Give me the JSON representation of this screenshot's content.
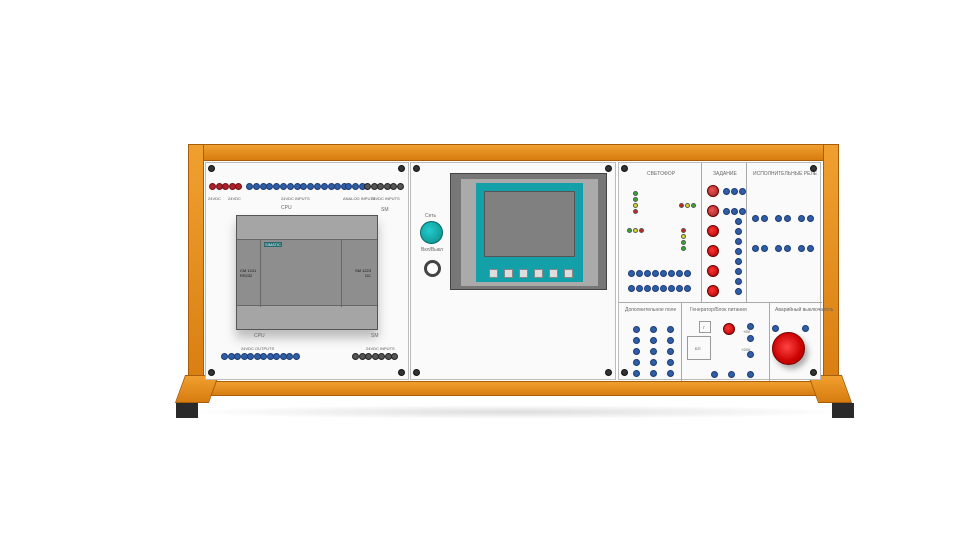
{
  "colors": {
    "frame": "#e08a1a",
    "panel": "#fafafa",
    "terminal": "#2f5ea8",
    "hmi_bezel": "#13a0a8",
    "power_button": "#13a0a0",
    "emergency": "#d01818"
  },
  "plc_panel": {
    "top_groups": [
      "24VDC",
      "24VDC",
      "24VDC INPUTS",
      "ANALOG INPUTS",
      "24VDC INPUTS"
    ],
    "cpu_label": "CPU",
    "sm_label": "SM",
    "module_brand": "SIMATIC",
    "cm_label": "CM 1241\nRS232",
    "sm_module_label": "SM 1223\nDC",
    "bottom_cpu_label": "CPU",
    "bottom_sm_label": "SM",
    "bottom_groups": [
      "24VDC OUTPUTS",
      "24VDC INPUTS"
    ]
  },
  "hmi_panel": {
    "network_label": "Сеть",
    "onoff_label": "Вкл/Выкл"
  },
  "control_panel": {
    "traffic_light": "СВЕТОФОР",
    "task": "ЗАДАНИЕ",
    "relays": "ИСПОЛНИТЕЛЬНЫЕ РЕЛЕ",
    "extra_field": "Дополнительное поле",
    "generator": "Генератор/Блок питания",
    "emergency": "Аварийный выключатель",
    "gen_box": "Г",
    "psu_box": "БП",
    "v5": "+5V",
    "v24": "+24V"
  }
}
